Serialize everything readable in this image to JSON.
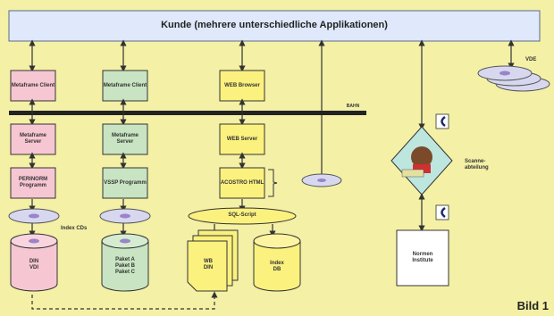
{
  "top_bar": {
    "title": "Kunde (mehrere unterschiedliche Applikationen)"
  },
  "network_label": "BAHN",
  "columns": {
    "col1": {
      "client": "Metaframe Client",
      "server": "Metaframe Server",
      "app": "PERINORM Programm",
      "db_line1": "DIN",
      "db_line2": "VDI"
    },
    "col2": {
      "client": "Metaframe Client",
      "server": "Metaframe Server",
      "app": "VSSP Programm",
      "db_line1": "Paket A",
      "db_line2": "Paket B",
      "db_line3": "Paket C"
    },
    "col3": {
      "client": "WEB Browser",
      "server": "WEB Server",
      "app": "ACOSTRO HTML",
      "sql": "SQL-Script",
      "docs_line1": "WB",
      "docs_line2": "DIN",
      "index_line1": "Index",
      "index_line2": "DB"
    }
  },
  "index_cds_label": "Index CDs",
  "vdi_label": "VDE",
  "scan_label": "Scanne-abteilung",
  "remote_box": {
    "line1": "Normen",
    "line2": "Institute"
  },
  "figure_label": "Bild 1",
  "colors": {
    "pink": "#f7c6d3",
    "green": "#c8e4c2",
    "yellow": "#fbf17e",
    "blue": "#d9e6ff"
  }
}
